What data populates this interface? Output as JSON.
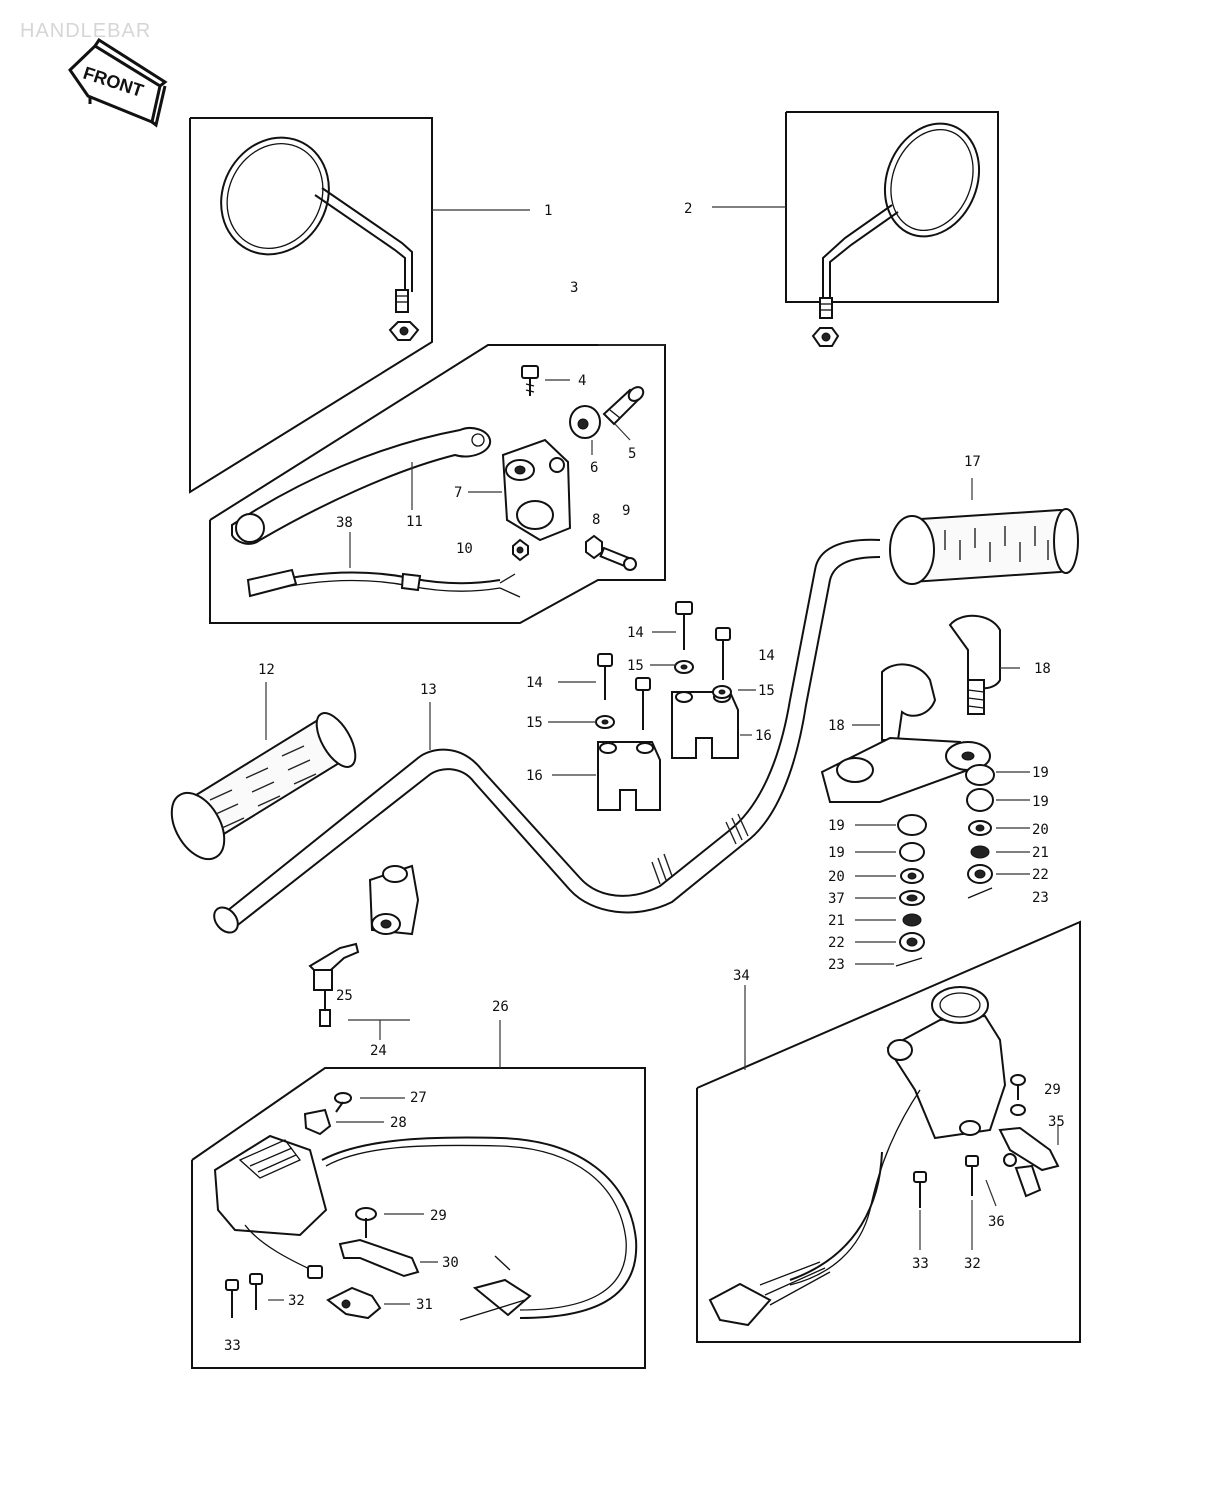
{
  "title": "HANDLEBAR",
  "direction_label": "FRONT",
  "callouts": {
    "c1": "1",
    "c2": "2",
    "c3": "3",
    "c4": "4",
    "c5": "5",
    "c6": "6",
    "c7": "7",
    "c8": "8",
    "c9": "9",
    "c10": "10",
    "c11": "11",
    "c12": "12",
    "c13": "13",
    "c14a": "14",
    "c14b": "14",
    "c14c": "14",
    "c15a": "15",
    "c15b": "15",
    "c15c": "15",
    "c16a": "16",
    "c16b": "16",
    "c17": "17",
    "c18a": "18",
    "c18b": "18",
    "c19a": "19",
    "c19b": "19",
    "c19c": "19",
    "c19d": "19",
    "c20a": "20",
    "c20b": "20",
    "c21a": "21",
    "c21b": "21",
    "c22a": "22",
    "c22b": "22",
    "c23a": "23",
    "c23b": "23",
    "c24": "24",
    "c25": "25",
    "c26": "26",
    "c27": "27",
    "c28": "28",
    "c29a": "29",
    "c29b": "29",
    "c30": "30",
    "c31": "31",
    "c32a": "32",
    "c32b": "32",
    "c33a": "33",
    "c33b": "33",
    "c34": "34",
    "c35": "35",
    "c36": "36",
    "c37": "37",
    "c38": "38"
  }
}
